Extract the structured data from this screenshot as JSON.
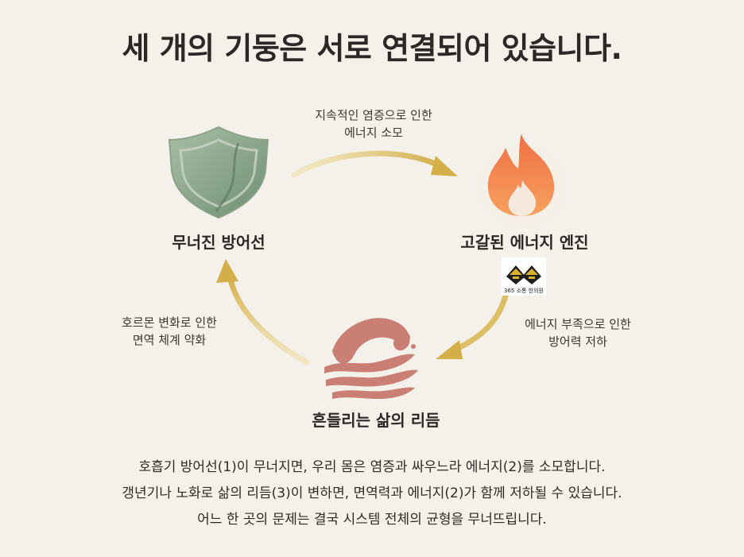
{
  "title": "세 개의 기둥은 서로 연결되어 있습니다.",
  "nodes": {
    "defense": {
      "label": "무너진 방어선",
      "icon": "shield-icon"
    },
    "engine": {
      "label": "고갈된 에너지 엔진",
      "icon": "flame-icon"
    },
    "rhythm": {
      "label": "흔들리는 삶의 리듬",
      "icon": "wave-icon"
    }
  },
  "edges": {
    "defense_to_engine": [
      "지속적인 염증으로 인한",
      "에너지 소모"
    ],
    "engine_to_rhythm": [
      "에너지 부족으로 인한",
      "방어력 저하"
    ],
    "rhythm_to_defense": [
      "호르몬 변화로 인한",
      "면역 체계 약화"
    ]
  },
  "logo": {
    "text": "365 소통 한의원",
    "icon": "clinic-logo-icon"
  },
  "footer": [
    "호흡기 방어선(1)이 무너지면, 우리 몸은 염증과 싸우느라 에너지(2)를 소모합니다.",
    "갱년기나 노화로 삶의 리듬(3)이 변하면, 면역력과 에너지(2)가 함께 저하될 수 있습니다.",
    "어느 한 곳의 문제는 결국 시스템 전체의 균형을 무너뜨립니다."
  ],
  "colors": {
    "background": "#f4f1ea",
    "arrow": "#d9b85a",
    "shield": "#8aa58b",
    "flame": "#f08a55",
    "wave": "#c97f73"
  }
}
